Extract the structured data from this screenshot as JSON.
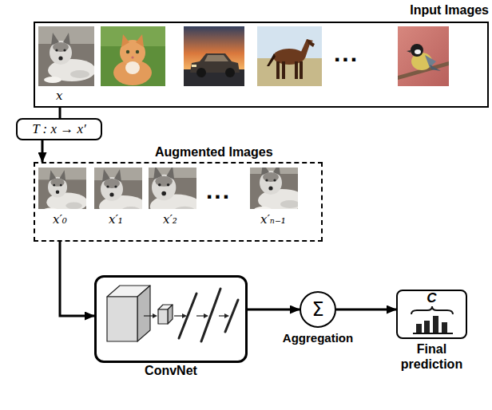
{
  "diagram": {
    "nodes": [
      {
        "text": [
          "Input Images"
        ]
      },
      {
        "text": [
          "T : x → x′"
        ]
      },
      {
        "text": [
          "Augmented Images"
        ]
      },
      {
        "text": [
          "ConvNet"
        ]
      },
      {
        "text": [
          "Σ",
          "Aggregation"
        ]
      },
      {
        "text": [
          "C",
          "Final prediction"
        ]
      }
    ],
    "edges": [
      {
        "from": 0,
        "to": 1,
        "arrow": "none"
      },
      {
        "from": 1,
        "to": 2,
        "arrow": "to"
      },
      {
        "from": 2,
        "to": 3,
        "arrow": "to"
      },
      {
        "from": 3,
        "to": 4,
        "arrow": "to"
      },
      {
        "from": 4,
        "to": 5,
        "arrow": "to"
      }
    ],
    "labels": [
      "x",
      "...",
      "x′₀",
      "x′₁",
      "x′₂",
      "...",
      "x′ₙ₋₁"
    ]
  }
}
